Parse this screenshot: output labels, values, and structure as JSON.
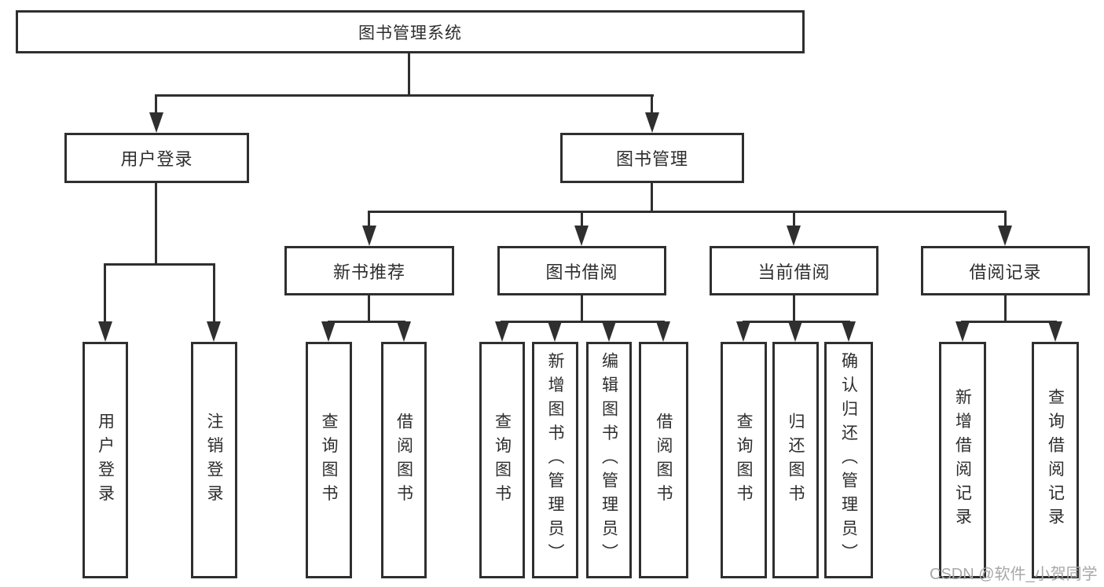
{
  "diagram_title": "图书管理系统",
  "colors": {
    "line": "#2f2f2f",
    "text": "#2d2d2d",
    "background": "#ffffff",
    "watermark": "#a8a8a8"
  },
  "tree": {
    "root": {
      "label": "图书管理系统",
      "children": [
        {
          "label": "用户登录",
          "children": [
            {
              "label": "用户登录"
            },
            {
              "label": "注销登录"
            }
          ]
        },
        {
          "label": "图书管理",
          "children": [
            {
              "label": "新书推荐",
              "children": [
                {
                  "label": "查询图书"
                },
                {
                  "label": "借阅图书"
                }
              ]
            },
            {
              "label": "图书借阅",
              "children": [
                {
                  "label": "查询图书"
                },
                {
                  "label": "新增图书（管理员）"
                },
                {
                  "label": "编辑图书（管理员）"
                },
                {
                  "label": "借阅图书"
                }
              ]
            },
            {
              "label": "当前借阅",
              "children": [
                {
                  "label": "查询图书"
                },
                {
                  "label": "归还图书"
                },
                {
                  "label": "确认归还（管理员）"
                }
              ]
            },
            {
              "label": "借阅记录",
              "children": [
                {
                  "label": "新增借阅记录"
                },
                {
                  "label": "查询借阅记录"
                }
              ]
            }
          ]
        }
      ]
    }
  },
  "watermark": "CSDN @软件_小贺同学"
}
